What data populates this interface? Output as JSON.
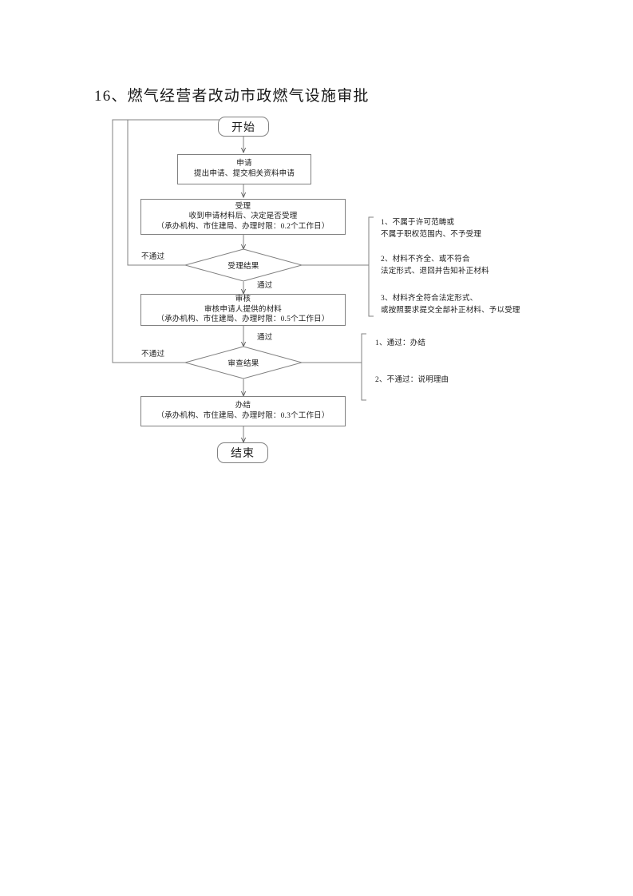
{
  "document": {
    "title": "16、燃气经营者改动市政燃气设施审批"
  },
  "flow": {
    "start": {
      "label": "开始"
    },
    "end": {
      "label": "结束"
    },
    "steps": [
      {
        "id": "apply",
        "title": "申请",
        "lines": [
          "提出申请、提交相关资料申请"
        ]
      },
      {
        "id": "accept",
        "title": "受理",
        "lines": [
          "收到申请材料后、决定是否受理",
          "（承办机构、市住建局、办理时限：0.2个工作日）"
        ]
      },
      {
        "id": "review",
        "title": "审核",
        "lines": [
          "审核申请人提供的材料",
          "（承办机构、市住建局、办理时限：0.5个工作日）"
        ]
      },
      {
        "id": "complete",
        "title": "办结",
        "lines": [
          "（承办机构、市住建局、办理时限：0.3个工作日）"
        ]
      }
    ],
    "decisions": [
      {
        "id": "accept-result",
        "label": "受理结果"
      },
      {
        "id": "review-result",
        "label": "审查结果"
      }
    ],
    "edge_labels": {
      "accept_fail": "不通过",
      "accept_pass": "通过",
      "review_fail": "不通过",
      "review_pass": "通过"
    }
  },
  "annotations": {
    "accept_notes": [
      {
        "index": "1、",
        "lines": [
          "1、不属于许可范畴或",
          "不属于职权范围内、不予受理"
        ]
      },
      {
        "index": "2、",
        "lines": [
          "2、材料不齐全、或不符合",
          "法定形式、退回并告知补正材料"
        ]
      },
      {
        "index": "3、",
        "lines": [
          "3、材料齐全符合法定形式、",
          "或按照要求提交全部补正材料、予以受理"
        ]
      }
    ],
    "review_notes": [
      {
        "index": "1、",
        "lines": [
          "1、通过：办结"
        ]
      },
      {
        "index": "2、",
        "lines": [
          "2、不通过：说明理由"
        ]
      }
    ]
  },
  "style": {
    "line_color": "#808080",
    "text_color": "#1a1a1a",
    "background": "#ffffff"
  }
}
